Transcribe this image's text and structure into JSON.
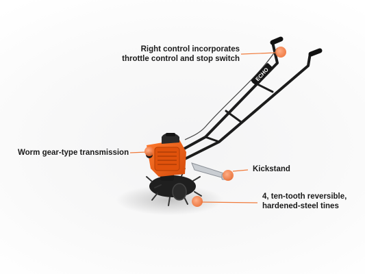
{
  "callouts": {
    "right_control": [
      "Right control incorporates",
      "throttle control and stop switch"
    ],
    "worm_gear": "Worm gear-type transmission",
    "kickstand": "Kickstand",
    "tines": [
      "4, ten-tooth reversible,",
      "hardened-steel tines"
    ]
  },
  "handle_brand": "ECHO",
  "colors": {
    "engine_orange": "#ee5a12",
    "callout_line": "#f07a3a",
    "frame_black": "#1c1c1c",
    "text": "#1a1a1a"
  }
}
